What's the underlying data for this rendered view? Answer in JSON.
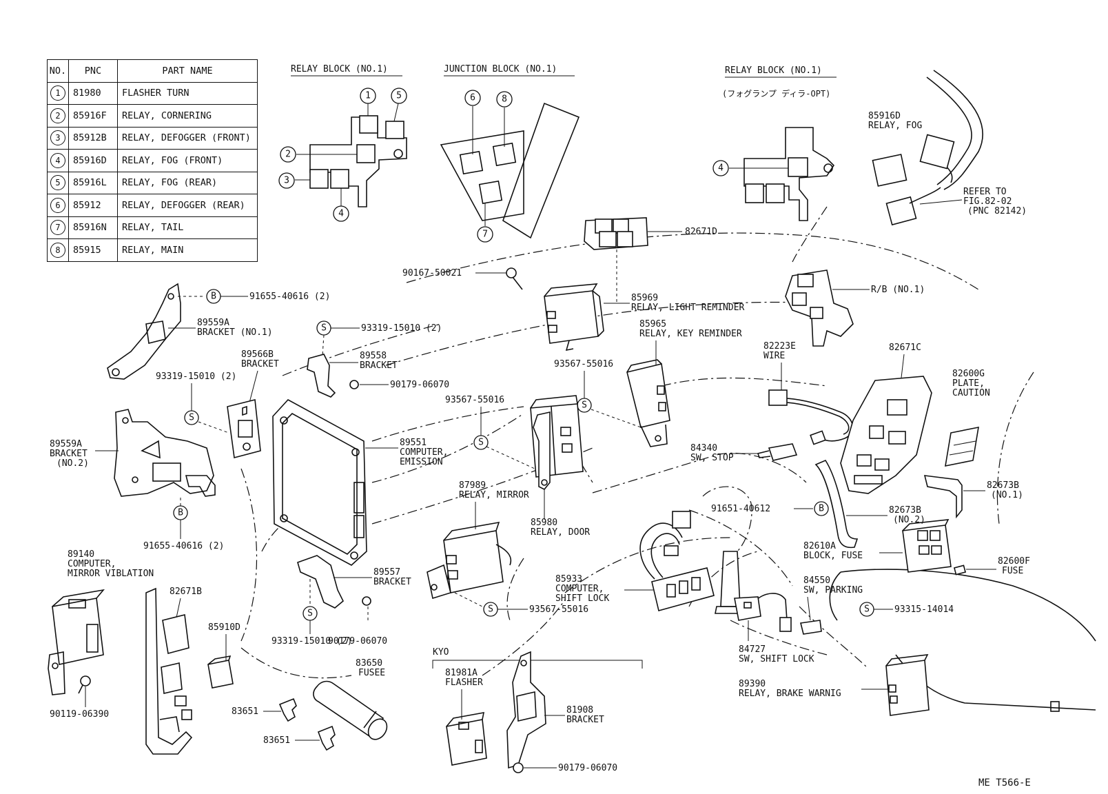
{
  "legend": {
    "headers": {
      "no": "NO.",
      "pnc": "PNC",
      "name": "PART NAME"
    },
    "rows": [
      {
        "no": "1",
        "pnc": "81980",
        "name": "FLASHER TURN"
      },
      {
        "no": "2",
        "pnc": "85916F",
        "name": "RELAY, CORNERING"
      },
      {
        "no": "3",
        "pnc": "85912B",
        "name": "RELAY, DEFOGGER (FRONT)"
      },
      {
        "no": "4",
        "pnc": "85916D",
        "name": "RELAY, FOG (FRONT)"
      },
      {
        "no": "5",
        "pnc": "85916L",
        "name": "RELAY, FOG (REAR)"
      },
      {
        "no": "6",
        "pnc": "85912",
        "name": "RELAY, DEFOGGER (REAR)"
      },
      {
        "no": "7",
        "pnc": "85916N",
        "name": "RELAY, TAIL"
      },
      {
        "no": "8",
        "pnc": "85915",
        "name": "RELAY, MAIN"
      }
    ]
  },
  "insets": {
    "relay_block_1": "RELAY BLOCK (NO.1)",
    "junction_block_1": "JUNCTION BLOCK (NO.1)",
    "relay_block_1_opt": "RELAY BLOCK (NO.1)",
    "opt_note": "(フォグランプ ディラ-OPT)"
  },
  "callout_numbers": [
    "1",
    "2",
    "3",
    "4",
    "5",
    "6",
    "7",
    "8"
  ],
  "markers": {
    "b": "B",
    "s": "S"
  },
  "labels": {
    "l85916d_a": "85916D",
    "l85916d_b": "RELAY, FOG",
    "refer_a": "REFER TO",
    "refer_b": "FIG.82-02",
    "refer_c": "(PNC 82142)",
    "l82671d": "82671D",
    "l90167": "90167-50021",
    "l85969_a": "85969",
    "l85969_b": "RELAY, LIGHT REMINDER",
    "l85965_a": "85965",
    "l85965_b": "RELAY, KEY REMINDER",
    "rb1": "R/B (NO.1)",
    "l82223_a": "82223E",
    "l82223_b": "WIRE",
    "l82671c": "82671C",
    "l82600g_a": "82600G",
    "l82600g_b": "PLATE,",
    "l82600g_c": "CAUTION",
    "l91655_top": "91655-40616 (2)",
    "l89559a1_a": "89559A",
    "l89559a1_b": "BRACKET (NO.1)",
    "l93319_a": "93319-15010 (2)",
    "l89558_a": "89558",
    "l89558_b": "BRACKET",
    "l90179_a": "90179-06070",
    "l93567_a": "93567-55016",
    "l89566b_a": "89566B",
    "l89566b_b": "BRACKET",
    "l93319_b": "93319-15010 (2)",
    "l93567_b": "93567-55016",
    "l89559a2_a": "89559A",
    "l89559a2_b": "BRACKET",
    "l89559a2_c": "(NO.2)",
    "l89551_a": "89551",
    "l89551_b": "COMPUTER,",
    "l89551_c": "EMISSION",
    "l84340_a": "84340",
    "l84340_b": "SW, STOP",
    "l82673b1_a": "82673B",
    "l82673b1_b": "(NO.1)",
    "l91651": "91651-40612",
    "l82673b2_a": "82673B",
    "l82673b2_b": "(NO.2)",
    "l87989_a": "87989",
    "l87989_b": "RELAY, MIRROR",
    "l85980_a": "85980",
    "l85980_b": "RELAY, DOOR",
    "l91655_bot": "91655-40616 (2)",
    "l89140_a": "89140",
    "l89140_b": "COMPUTER,",
    "l89140_c": "MIRROR VIBLATION",
    "l82671b": "82671B",
    "l89557_a": "89557",
    "l89557_b": "BRACKET",
    "l85933_a": "85933",
    "l85933_b": "COMPUTER,",
    "l85933_c": "SHIFT LOCK",
    "l93567_c": "93567-55016",
    "l82610a_a": "82610A",
    "l82610a_b": "BLOCK, FUSE",
    "l82600f_a": "82600F",
    "l82600f_b": "FUSE",
    "l84550_a": "84550",
    "l84550_b": "SW, PARKING",
    "l93315": "93315-14014",
    "l85910d": "85910D",
    "l90179_b": "90179-06070",
    "l93319_c": "93319-15010 (2)",
    "l83650_a": "83650",
    "l83650_b": "FUSEE",
    "kyo": "KYO",
    "l81981a_a": "81981A",
    "l81981a_b": "FLASHER",
    "l81908_a": "81908",
    "l81908_b": "BRACKET",
    "l84727_a": "84727",
    "l84727_b": "SW, SHIFT LOCK",
    "l89390_a": "89390",
    "l89390_b": "RELAY, BRAKE WARNIG",
    "l90119": "90119-06390",
    "l83651_a": "83651",
    "l83651_b": "83651",
    "l90179_c": "90179-06070",
    "figure_code": "ME T566-E"
  }
}
